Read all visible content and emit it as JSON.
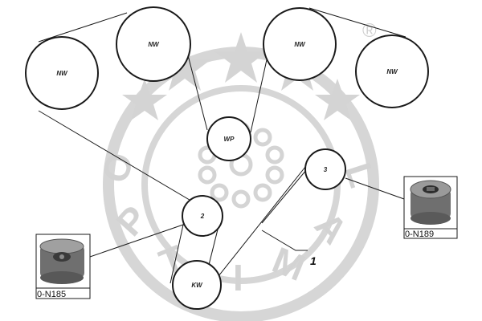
{
  "watermark": {
    "letters": [
      "O",
      "P",
      "T",
      "I",
      "M",
      "A",
      "L"
    ],
    "registered": "®"
  },
  "pulleys": {
    "nw1": "NW",
    "nw2": "NW",
    "nw3": "NW",
    "nw4": "NW",
    "wp": "WP",
    "tensioner": "3",
    "idler": "2",
    "crank": "KW"
  },
  "parts": {
    "right": "0-N189",
    "left": "0-N185"
  },
  "belt_callout": "1",
  "colors": {
    "line": "#1a1a1a",
    "watermark": "#d3d3d3",
    "part_fill": "#6f6f6f"
  }
}
